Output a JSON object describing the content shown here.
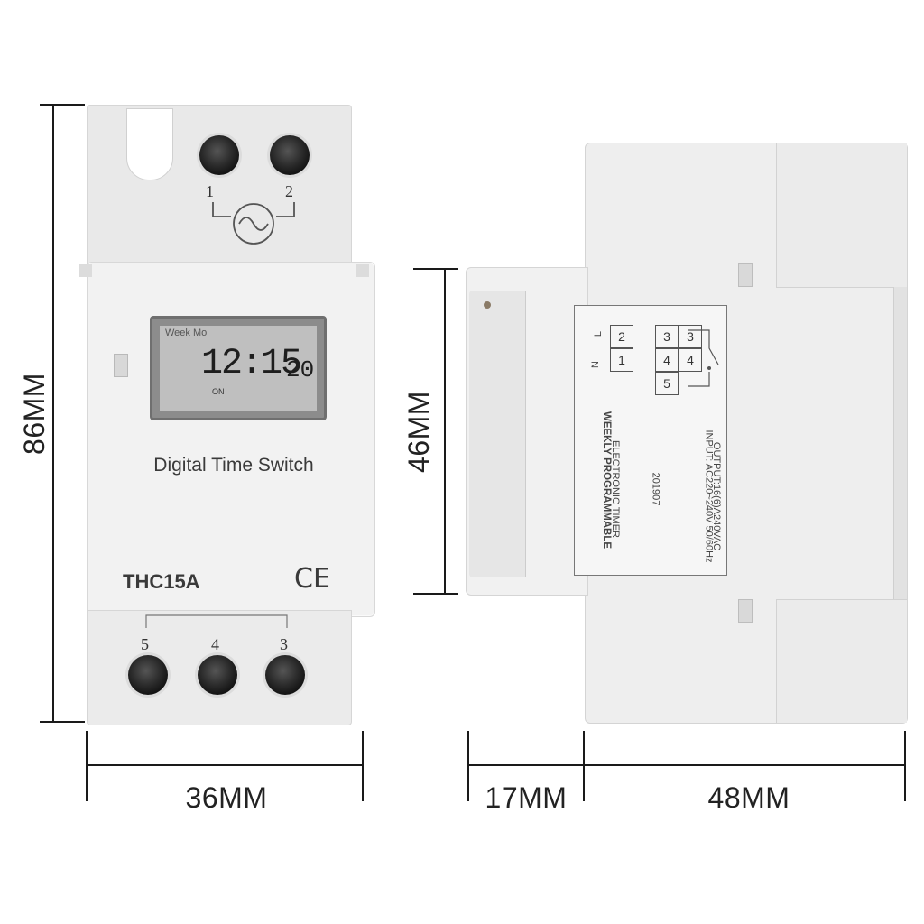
{
  "dimensions": {
    "height_front": "86MM",
    "width_front": "36MM",
    "height_side": "46MM",
    "depth_lid": "17MM",
    "depth_body": "48MM"
  },
  "front": {
    "terminal_top": [
      "1",
      "2"
    ],
    "terminal_bottom": [
      "5",
      "4",
      "3"
    ],
    "lcd_week": "Week Mo",
    "lcd_time": "12:15",
    "lcd_seconds": "20",
    "lcd_state": "ON",
    "product_label": "Digital Time Switch",
    "model": "THC15A",
    "certification": "CE"
  },
  "side": {
    "relay_terminals": [
      "1",
      "2",
      "4",
      "3",
      "5",
      "4",
      "3"
    ],
    "terminal_labels": [
      "N",
      "L"
    ],
    "label_line1": "WEEKLY PROGRAMMABLE",
    "label_line2": "ELECTRONIC TIMER",
    "date_code": "201907",
    "input_spec": "INPUT: AC220~240V 50/60Hz",
    "output_spec": "OUTPUT:16(6)A240VAC"
  },
  "colors": {
    "device_body": "#eeeeee",
    "screw": "#1a1a1a",
    "lcd": "#bfbfbf",
    "dimension_line": "#1a1a1a"
  }
}
